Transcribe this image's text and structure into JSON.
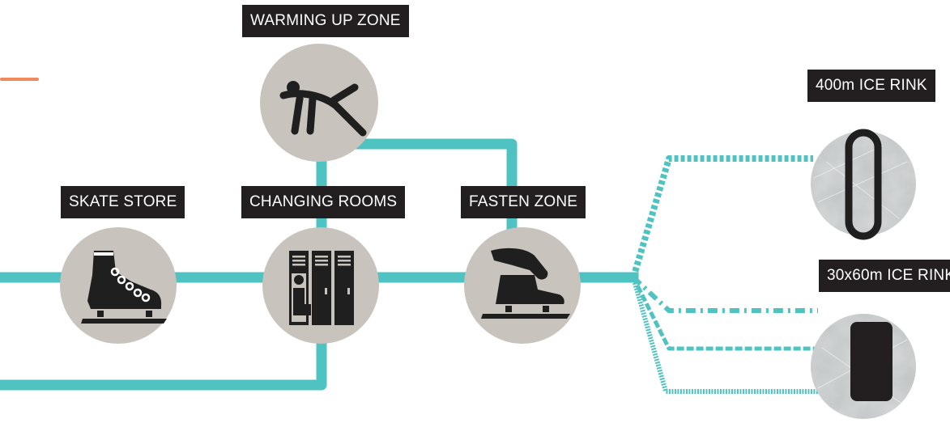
{
  "colors": {
    "connector": "#4fc3c1",
    "node_fill": "#c8c3bc",
    "icon": "#1f1f1f",
    "label_bg": "#231f20",
    "label_text": "#ffffff",
    "accent": "#f08a5d",
    "ice": "#b9bcbd"
  },
  "nodes": {
    "warming_up": {
      "label": "WARMING UP ZONE",
      "icon": "stretching-person-icon"
    },
    "skate_store": {
      "label": "SKATE STORE",
      "icon": "ice-skate-icon"
    },
    "changing_rooms": {
      "label": "CHANGING ROOMS",
      "icon": "locker-room-icon"
    },
    "fasten_zone": {
      "label": "FASTEN ZONE",
      "icon": "hand-fastening-skate-icon"
    },
    "rink_400": {
      "label": "400m ICE RINK",
      "icon": "oval-track-icon"
    },
    "rink_30x60": {
      "label": "30x60m ICE RINK",
      "icon": "rectangular-rink-icon"
    }
  }
}
